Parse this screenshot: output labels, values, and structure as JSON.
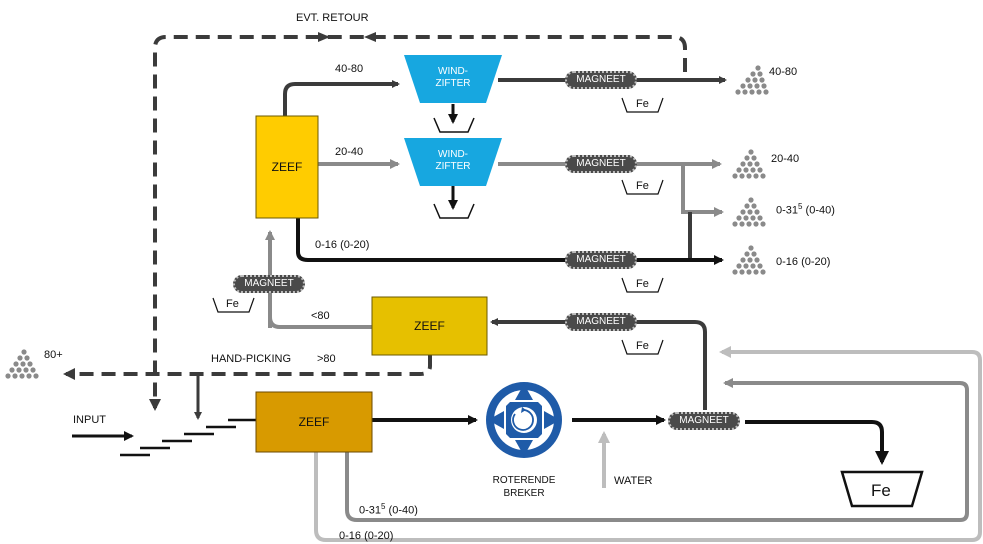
{
  "labels": {
    "evt_retour": "EVT. RETOUR",
    "flow_40_80": "40-80",
    "flow_20_40": "20-40",
    "flow_0_16": "0-16 (0-20)",
    "flow_lt80": "<80",
    "flow_gt80": ">80",
    "hand_picking": "HAND-PICKING",
    "input": "INPUT",
    "water": "WATER",
    "rot_line1": "ROTERENDE",
    "rot_line2": "BREKER",
    "bottom_0_31_a": "0-31",
    "bottom_0_31_sup": "5",
    "bottom_0_31_b": " (0-40)",
    "bottom_0_16": "0-16  (0-20)"
  },
  "boxes": {
    "zeef_top": "ZEEF",
    "zeef_mid": "ZEEF",
    "zeef_bottom": "ZEEF"
  },
  "windzifter": {
    "top_line1": "WIND-",
    "top_line2": "ZIFTER",
    "mid_line1": "WIND-",
    "mid_line2": "ZIFTER"
  },
  "magneet": {
    "m1": "MAGNEET",
    "m2": "MAGNEET",
    "m3": "MAGNEET",
    "m4": "MAGNEET",
    "m5": "MAGNEET",
    "m6": "MAGNEET"
  },
  "fe": {
    "f1": "Fe",
    "f2": "Fe",
    "f3": "Fe",
    "f4": "Fe",
    "f5": "Fe",
    "big": "Fe"
  },
  "outputs": {
    "o1": "40-80",
    "o2": "20-40",
    "o3_a": "0-31",
    "o3_sup": "5",
    "o3_b": " (0-40)",
    "o4": "0-16  (0-20)",
    "o5": "80+"
  },
  "colors": {
    "dark": "#3b3b3b",
    "black": "#111111",
    "mid_gray": "#8a8a8a",
    "light_gray": "#bdbdbd",
    "zeef_top": "#ffcc00",
    "zeef_mid": "#e6c000",
    "zeef_bottom": "#d89a00",
    "windzifter": "#17a7e0",
    "breker_blue": "#1f5ba8"
  }
}
